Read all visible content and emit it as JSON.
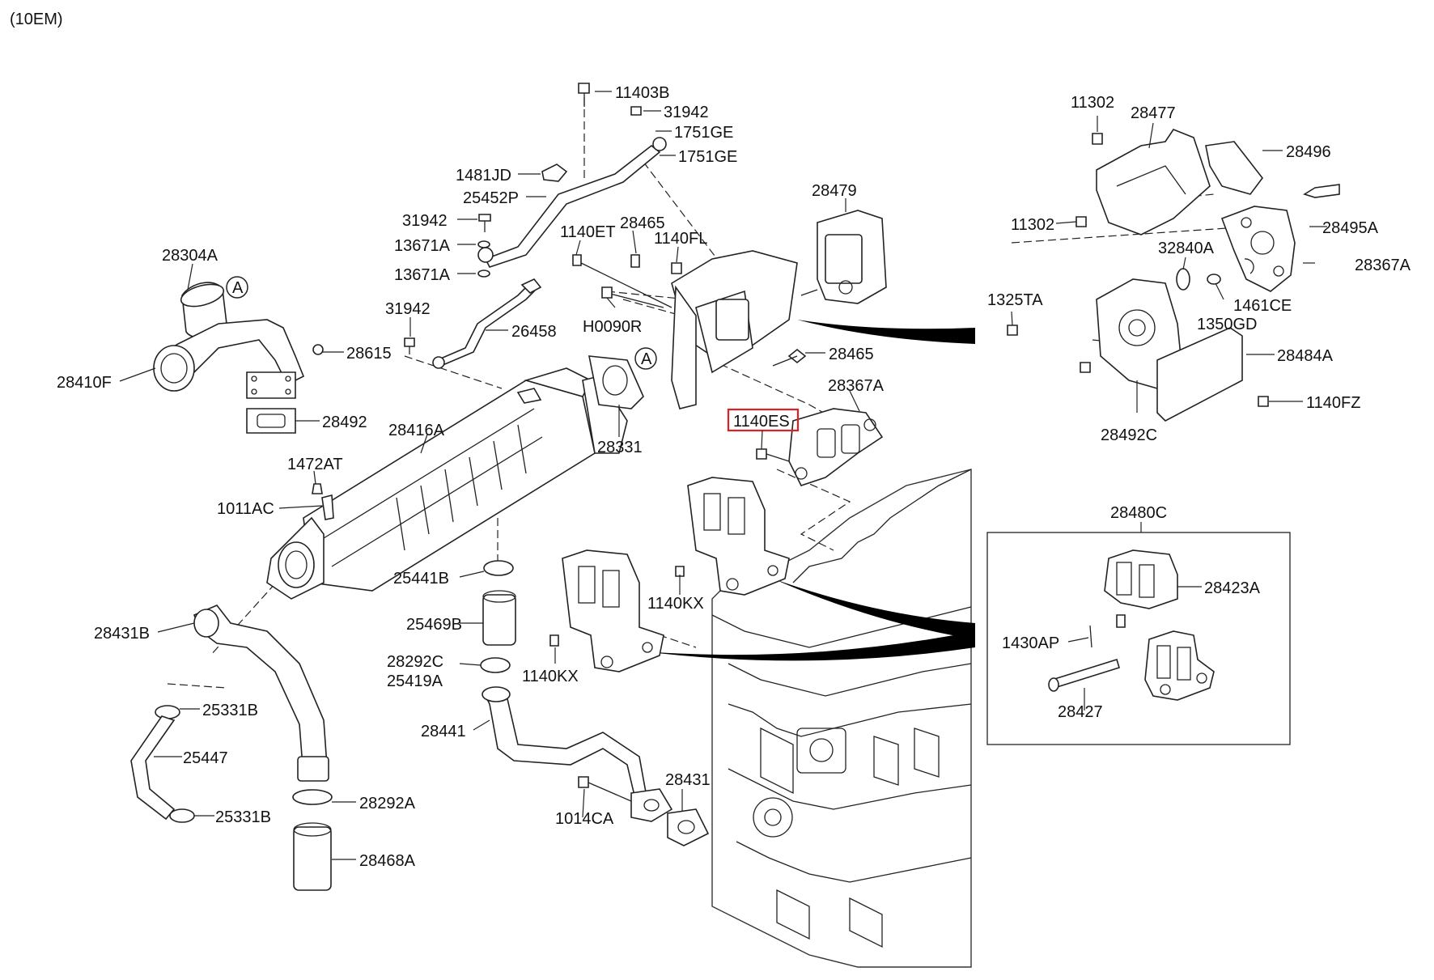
{
  "variant": "(10EM)",
  "highlighted_part": "1140ES",
  "reference_mark": "A",
  "parts": {
    "p11403B": "11403B",
    "p31942_top": "31942",
    "p1751GE_1": "1751GE",
    "p1751GE_2": "1751GE",
    "p1481JD": "1481JD",
    "p25452P": "25452P",
    "p31942_mid": "31942",
    "p13671A_1": "13671A",
    "p13671A_2": "13671A",
    "p31942_low": "31942",
    "p26458": "26458",
    "p28304A": "28304A",
    "p28410F": "28410F",
    "p28615": "28615",
    "p28492": "28492",
    "p1140ET": "1140ET",
    "p28465_top": "28465",
    "p1140FL": "1140FL",
    "pH0090R": "H0090R",
    "p28479": "28479",
    "p28465_mid": "28465",
    "p28367A_mid": "28367A",
    "p1140ES": "1140ES",
    "p28331": "28331",
    "p28416A": "28416A",
    "p1472AT": "1472AT",
    "p1011AC": "1011AC",
    "p25441B": "25441B",
    "p25469B": "25469B",
    "p28292C": "28292C",
    "p25419A": "25419A",
    "p1140KX_1": "1140KX",
    "p1140KX_2": "1140KX",
    "p28431B": "28431B",
    "p25331B_1": "25331B",
    "p25447": "25447",
    "p25331B_2": "25331B",
    "p28292A": "28292A",
    "p28468A": "28468A",
    "p28441": "28441",
    "p28431": "28431",
    "p1014CA": "1014CA",
    "p11302_top": "11302",
    "p28477": "28477",
    "p28496": "28496",
    "p11302_mid": "11302",
    "p28495A": "28495A",
    "p32840A": "32840A",
    "p28367A_right": "28367A",
    "p1325TA": "1325TA",
    "p1461CE": "1461CE",
    "p1350GD": "1350GD",
    "p28484A": "28484A",
    "p1140FZ": "1140FZ",
    "p28492C": "28492C",
    "p28480C": "28480C",
    "p28423A": "28423A",
    "p1430AP": "1430AP",
    "p28427": "28427"
  }
}
